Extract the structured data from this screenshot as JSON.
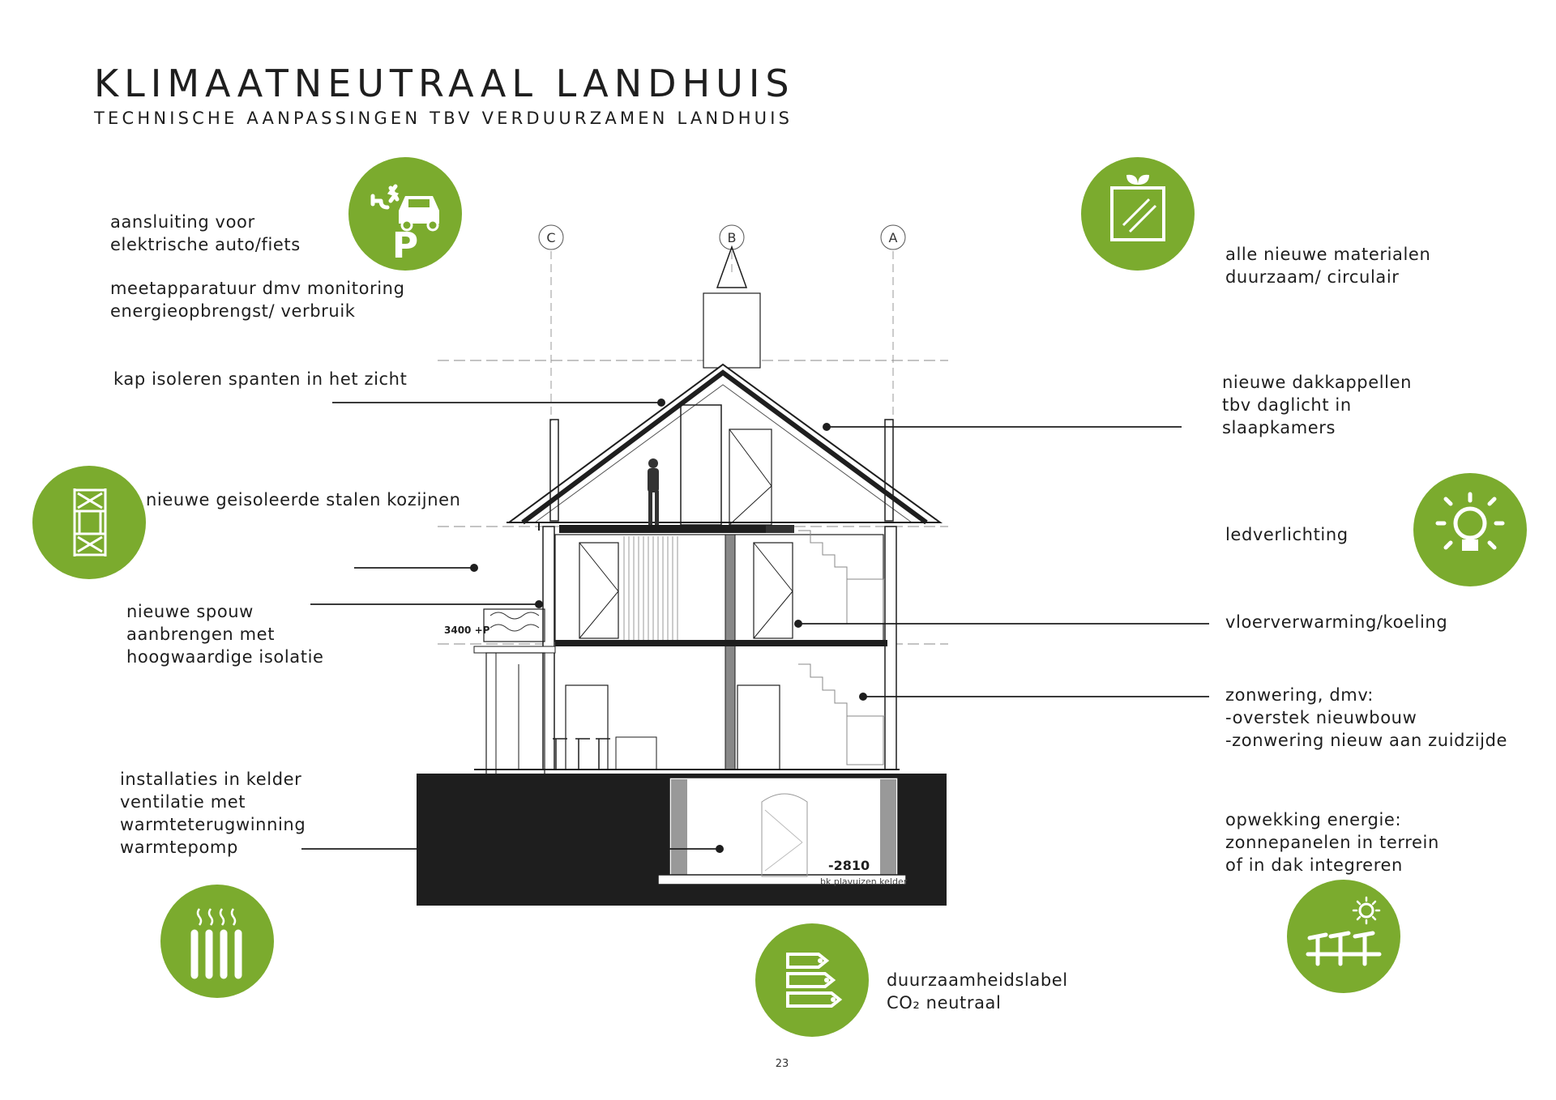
{
  "header": {
    "title": "KLIMAATNEUTRAAL LANDHUIS",
    "subtitle": "TECHNISCHE AANPASSINGEN TBV VERDUURZAMEN LANDHUIS"
  },
  "accent_color": "#7bab2e",
  "notes": {
    "ev_charging": [
      "aansluiting voor",
      "elektrische auto/fiets"
    ],
    "monitoring": [
      "meetapparatuur dmv monitoring",
      "energieopbrengst/ verbruik"
    ],
    "roof": [
      "kap isoleren spanten in het zicht"
    ],
    "window_frames": [
      "nieuwe geisoleerde stalen kozijnen"
    ],
    "cavity": [
      "nieuwe spouw",
      "aanbrengen met",
      "hoogwaardige isolatie"
    ],
    "basement": [
      "installaties in kelder",
      "ventilatie met",
      "warmteterugwinning",
      "warmtepomp"
    ],
    "materials": [
      "alle nieuwe materialen",
      "duurzaam/ circulair"
    ],
    "dormers": [
      "nieuwe dakkappellen",
      "tbv daglicht in",
      "slaapkamers"
    ],
    "lighting": [
      "ledverlichting"
    ],
    "floor_heating": [
      "vloerverwarming/koeling"
    ],
    "sunshade": [
      "zonwering, dmv:",
      "-overstek nieuwbouw",
      "-zonwering nieuw aan zuidzijde"
    ],
    "energy": [
      "opwekking energie:",
      "zonnepanelen in terrein",
      "of in dak integreren"
    ],
    "label": [
      "duurzaamheidslabel",
      "CO₂ neutraal"
    ]
  },
  "icons": [
    "ev-charging-parking-icon",
    "sustainable-material-icon",
    "insulated-window-frame-icon",
    "led-lightbulb-icon",
    "radiator-heating-icon",
    "energy-label-icon",
    "solar-panel-icon"
  ],
  "drawing": {
    "grid_labels": [
      "C",
      "B",
      "A"
    ],
    "level_upper": "3400 +P",
    "level_basement": "-2810",
    "basement_floor_note": "bk plavuizen kelder"
  },
  "page_number": "23"
}
